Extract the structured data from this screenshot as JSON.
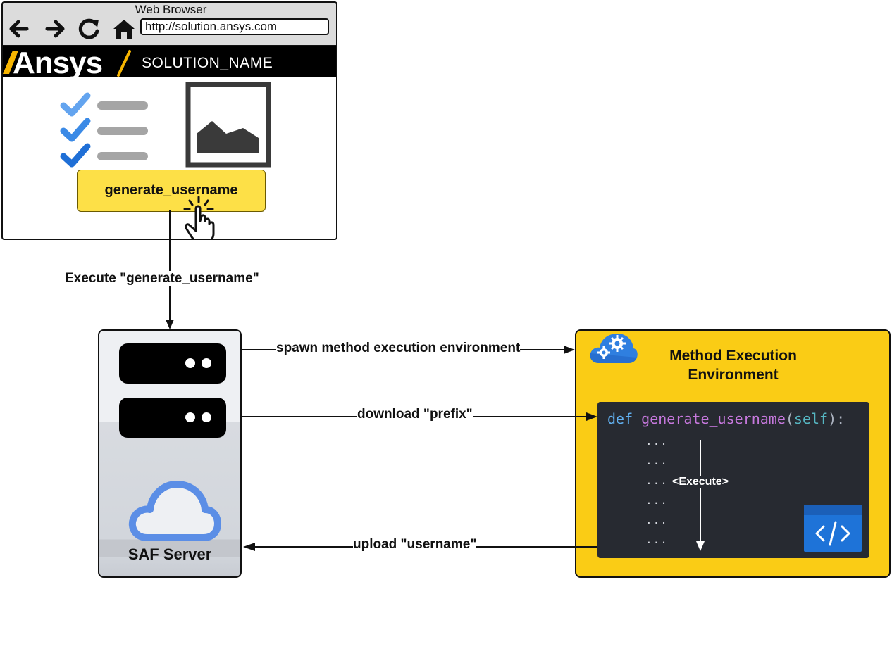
{
  "browser": {
    "title": "Web Browser",
    "url": "http://solution.ansys.com",
    "logo_text": "Ansys",
    "solution_name": "SOLUTION_NAME",
    "button_label": "generate_username"
  },
  "edges": {
    "execute": "Execute \"generate_username\"",
    "spawn": "spawn method execution environment",
    "download": "download \"prefix\"",
    "upload": "upload \"username\""
  },
  "server": {
    "label": "SAF Server"
  },
  "mee": {
    "title": "Method Execution Environment",
    "code": {
      "keyword": "def",
      "function": "generate_username",
      "open": "(",
      "param": "self",
      "close": "):"
    },
    "dots": [
      "...",
      "...",
      "...",
      "...",
      "...",
      "..."
    ],
    "execute_label": "<Execute>"
  },
  "colors": {
    "button": "#fde047",
    "env_background": "#facc15",
    "code_background": "#272a31",
    "cloud_blue": "#5b8ee6",
    "check_blue": "#2f7fe0"
  },
  "icons": [
    "back-arrow-icon",
    "forward-arrow-icon",
    "reload-icon",
    "home-icon",
    "checklist-icon",
    "image-placeholder-icon",
    "click-hand-icon",
    "cloud-icon",
    "cloud-gears-icon",
    "code-icon"
  ]
}
